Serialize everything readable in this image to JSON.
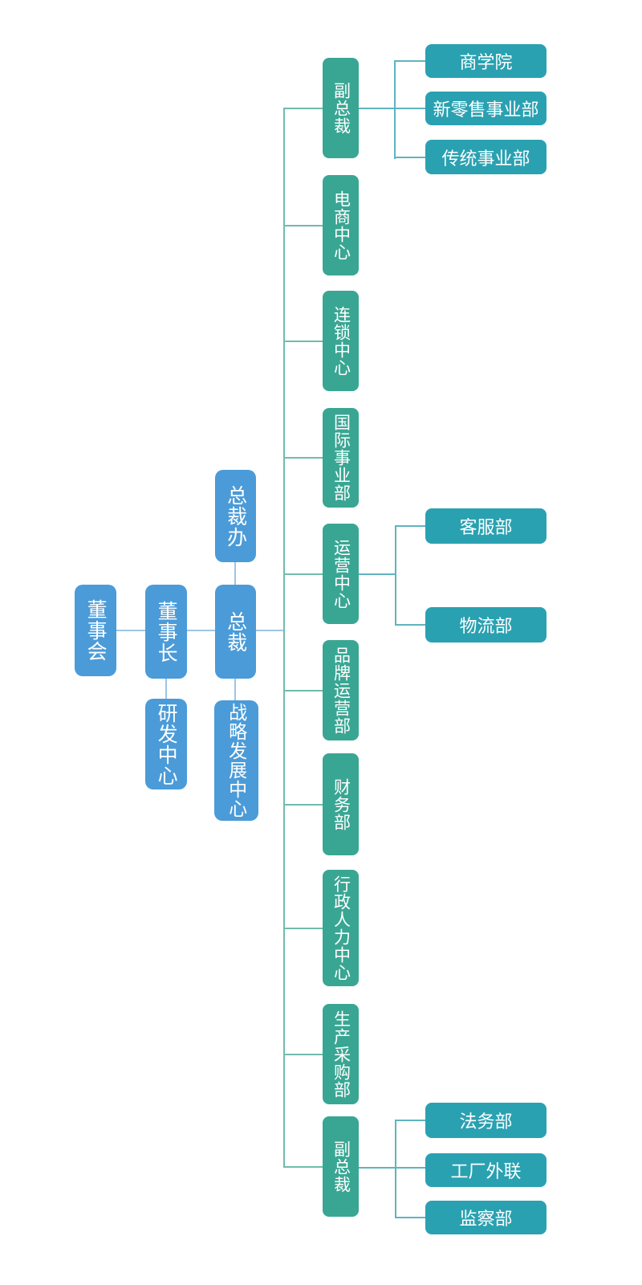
{
  "colors": {
    "canvas_bg": "#ffffff",
    "node_blue": "#4B9BD8",
    "node_teal": "#39A693",
    "node_cyan": "#2AA1B1",
    "line_blue": "#9CC6E8",
    "line_teal": "#6FBCAE",
    "line_cyan": "#5FB4C0",
    "text_white": "#FFFFFF"
  },
  "nodes": {
    "board": {
      "label": "董事会"
    },
    "chairman": {
      "label": "董事长"
    },
    "rnd_center": {
      "label": "研发中心"
    },
    "president_office": {
      "label": "总裁办"
    },
    "president": {
      "label": "总裁"
    },
    "strategy_center": {
      "label": "战略发展中心"
    },
    "vp_top": {
      "label": "副总裁"
    },
    "business_school": {
      "label": "商学院"
    },
    "new_retail": {
      "label": "新零售事业部"
    },
    "traditional": {
      "label": "传统事业部"
    },
    "ecommerce": {
      "label": "电商中心"
    },
    "chain": {
      "label": "连锁中心"
    },
    "intl": {
      "label": "国际事业部"
    },
    "operations": {
      "label": "运营中心"
    },
    "customer_service": {
      "label": "客服部"
    },
    "logistics": {
      "label": "物流部"
    },
    "brand_ops": {
      "label": "品牌运营部"
    },
    "finance": {
      "label": "财务部"
    },
    "admin_hr": {
      "label": "行政人力中心"
    },
    "production": {
      "label": "生产采购部"
    },
    "vp_bottom": {
      "label": "副总裁"
    },
    "legal": {
      "label": "法务部"
    },
    "factory_liaison": {
      "label": "工厂外联"
    },
    "supervision": {
      "label": "监察部"
    }
  },
  "edges": [
    [
      "board",
      "chairman"
    ],
    [
      "chairman",
      "president"
    ],
    [
      "chairman",
      "rnd_center"
    ],
    [
      "president",
      "president_office"
    ],
    [
      "president",
      "strategy_center"
    ],
    [
      "president",
      "vp_top"
    ],
    [
      "president",
      "ecommerce"
    ],
    [
      "president",
      "chain"
    ],
    [
      "president",
      "intl"
    ],
    [
      "president",
      "operations"
    ],
    [
      "president",
      "brand_ops"
    ],
    [
      "president",
      "finance"
    ],
    [
      "president",
      "admin_hr"
    ],
    [
      "president",
      "production"
    ],
    [
      "president",
      "vp_bottom"
    ],
    [
      "vp_top",
      "business_school"
    ],
    [
      "vp_top",
      "new_retail"
    ],
    [
      "vp_top",
      "traditional"
    ],
    [
      "operations",
      "customer_service"
    ],
    [
      "operations",
      "logistics"
    ],
    [
      "vp_bottom",
      "legal"
    ],
    [
      "vp_bottom",
      "factory_liaison"
    ],
    [
      "vp_bottom",
      "supervision"
    ]
  ]
}
